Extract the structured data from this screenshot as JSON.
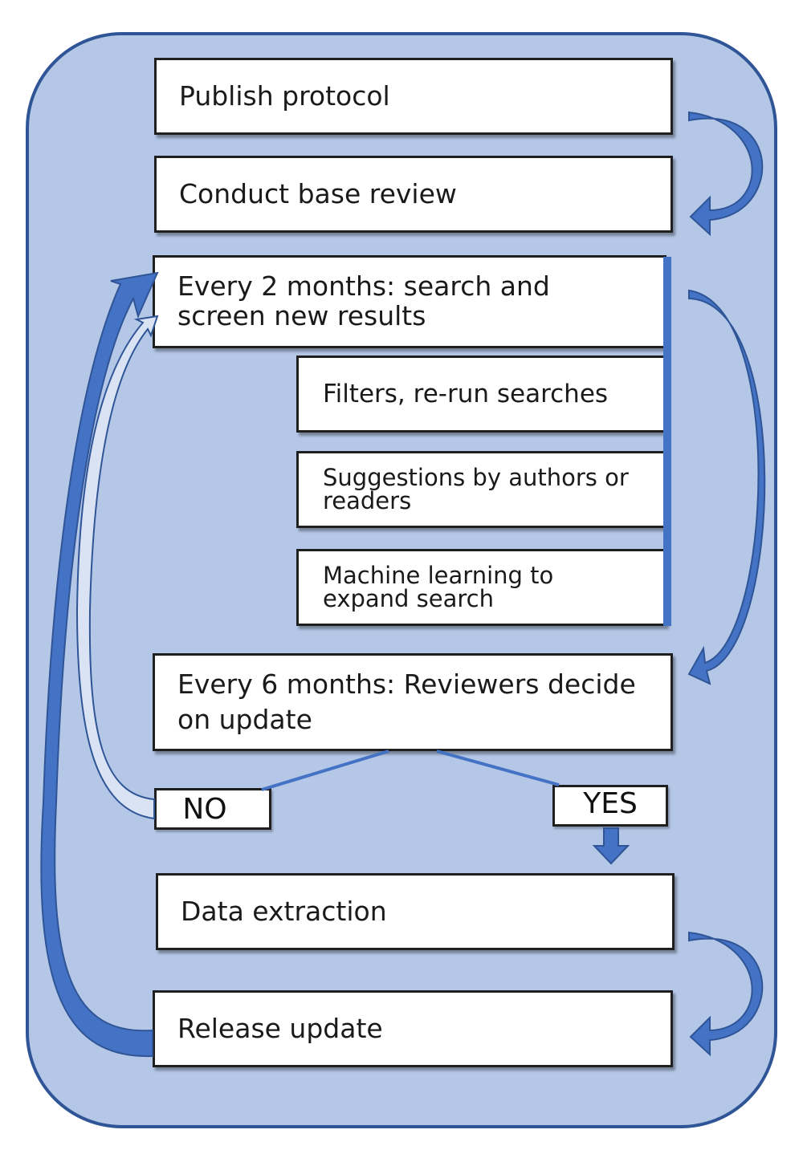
{
  "steps": {
    "publish_protocol": "Publish protocol",
    "conduct_base_review": "Conduct base review",
    "search_and_screen": "Every 2 months: search and screen new results",
    "filters_rerun": "Filters, re-run searches",
    "suggestions": "Suggestions by authors or readers",
    "machine_learning": "Machine learning to expand search",
    "decide_on_update": "Every 6 months: Reviewers decide on update",
    "data_extraction": "Data extraction",
    "release_update": "Release update"
  },
  "decisions": {
    "no": "NO",
    "yes": "YES"
  },
  "colors": {
    "panel_fill": "#b4c7e7",
    "panel_border": "#2f5597",
    "arrow": "#4472c4",
    "arrow_dark": "#2f5597"
  }
}
